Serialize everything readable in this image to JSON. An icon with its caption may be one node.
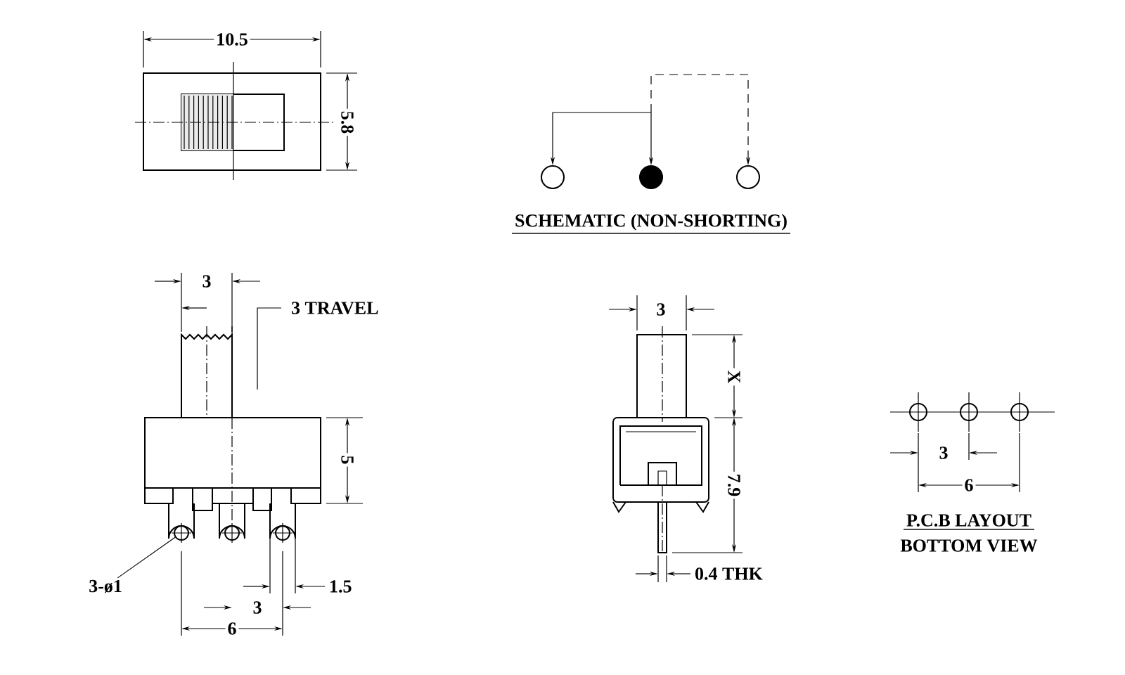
{
  "diagram": {
    "nodes": [
      {
        "text": [],
        "shape": "circle"
      },
      {
        "text": [],
        "shape": "circle"
      },
      {
        "text": [],
        "shape": "circle"
      },
      {
        "text": [
          "3-ø1"
        ]
      },
      {
        "text": [],
        "shape": "circle"
      }
    ],
    "edges": [
      {
        "from": null,
        "to": 0,
        "arrow": "to"
      },
      {
        "from": null,
        "to": 1,
        "arrow": "to"
      },
      {
        "from": null,
        "to": 2,
        "arrow": "to",
        "style": "dashed"
      },
      {
        "from": 3,
        "to": 4,
        "arrow": "none"
      }
    ],
    "labels": [
      "10.5",
      "5.8",
      "SCHEMATIC (NON-SHORTING)",
      "3",
      "3 TRAVEL",
      "3",
      "X",
      "7.9",
      "5",
      "P.C.B LAYOUT",
      "BOTTOM VIEW",
      "3",
      "6",
      "0.4 THK",
      "1.5",
      "3",
      "6"
    ]
  }
}
